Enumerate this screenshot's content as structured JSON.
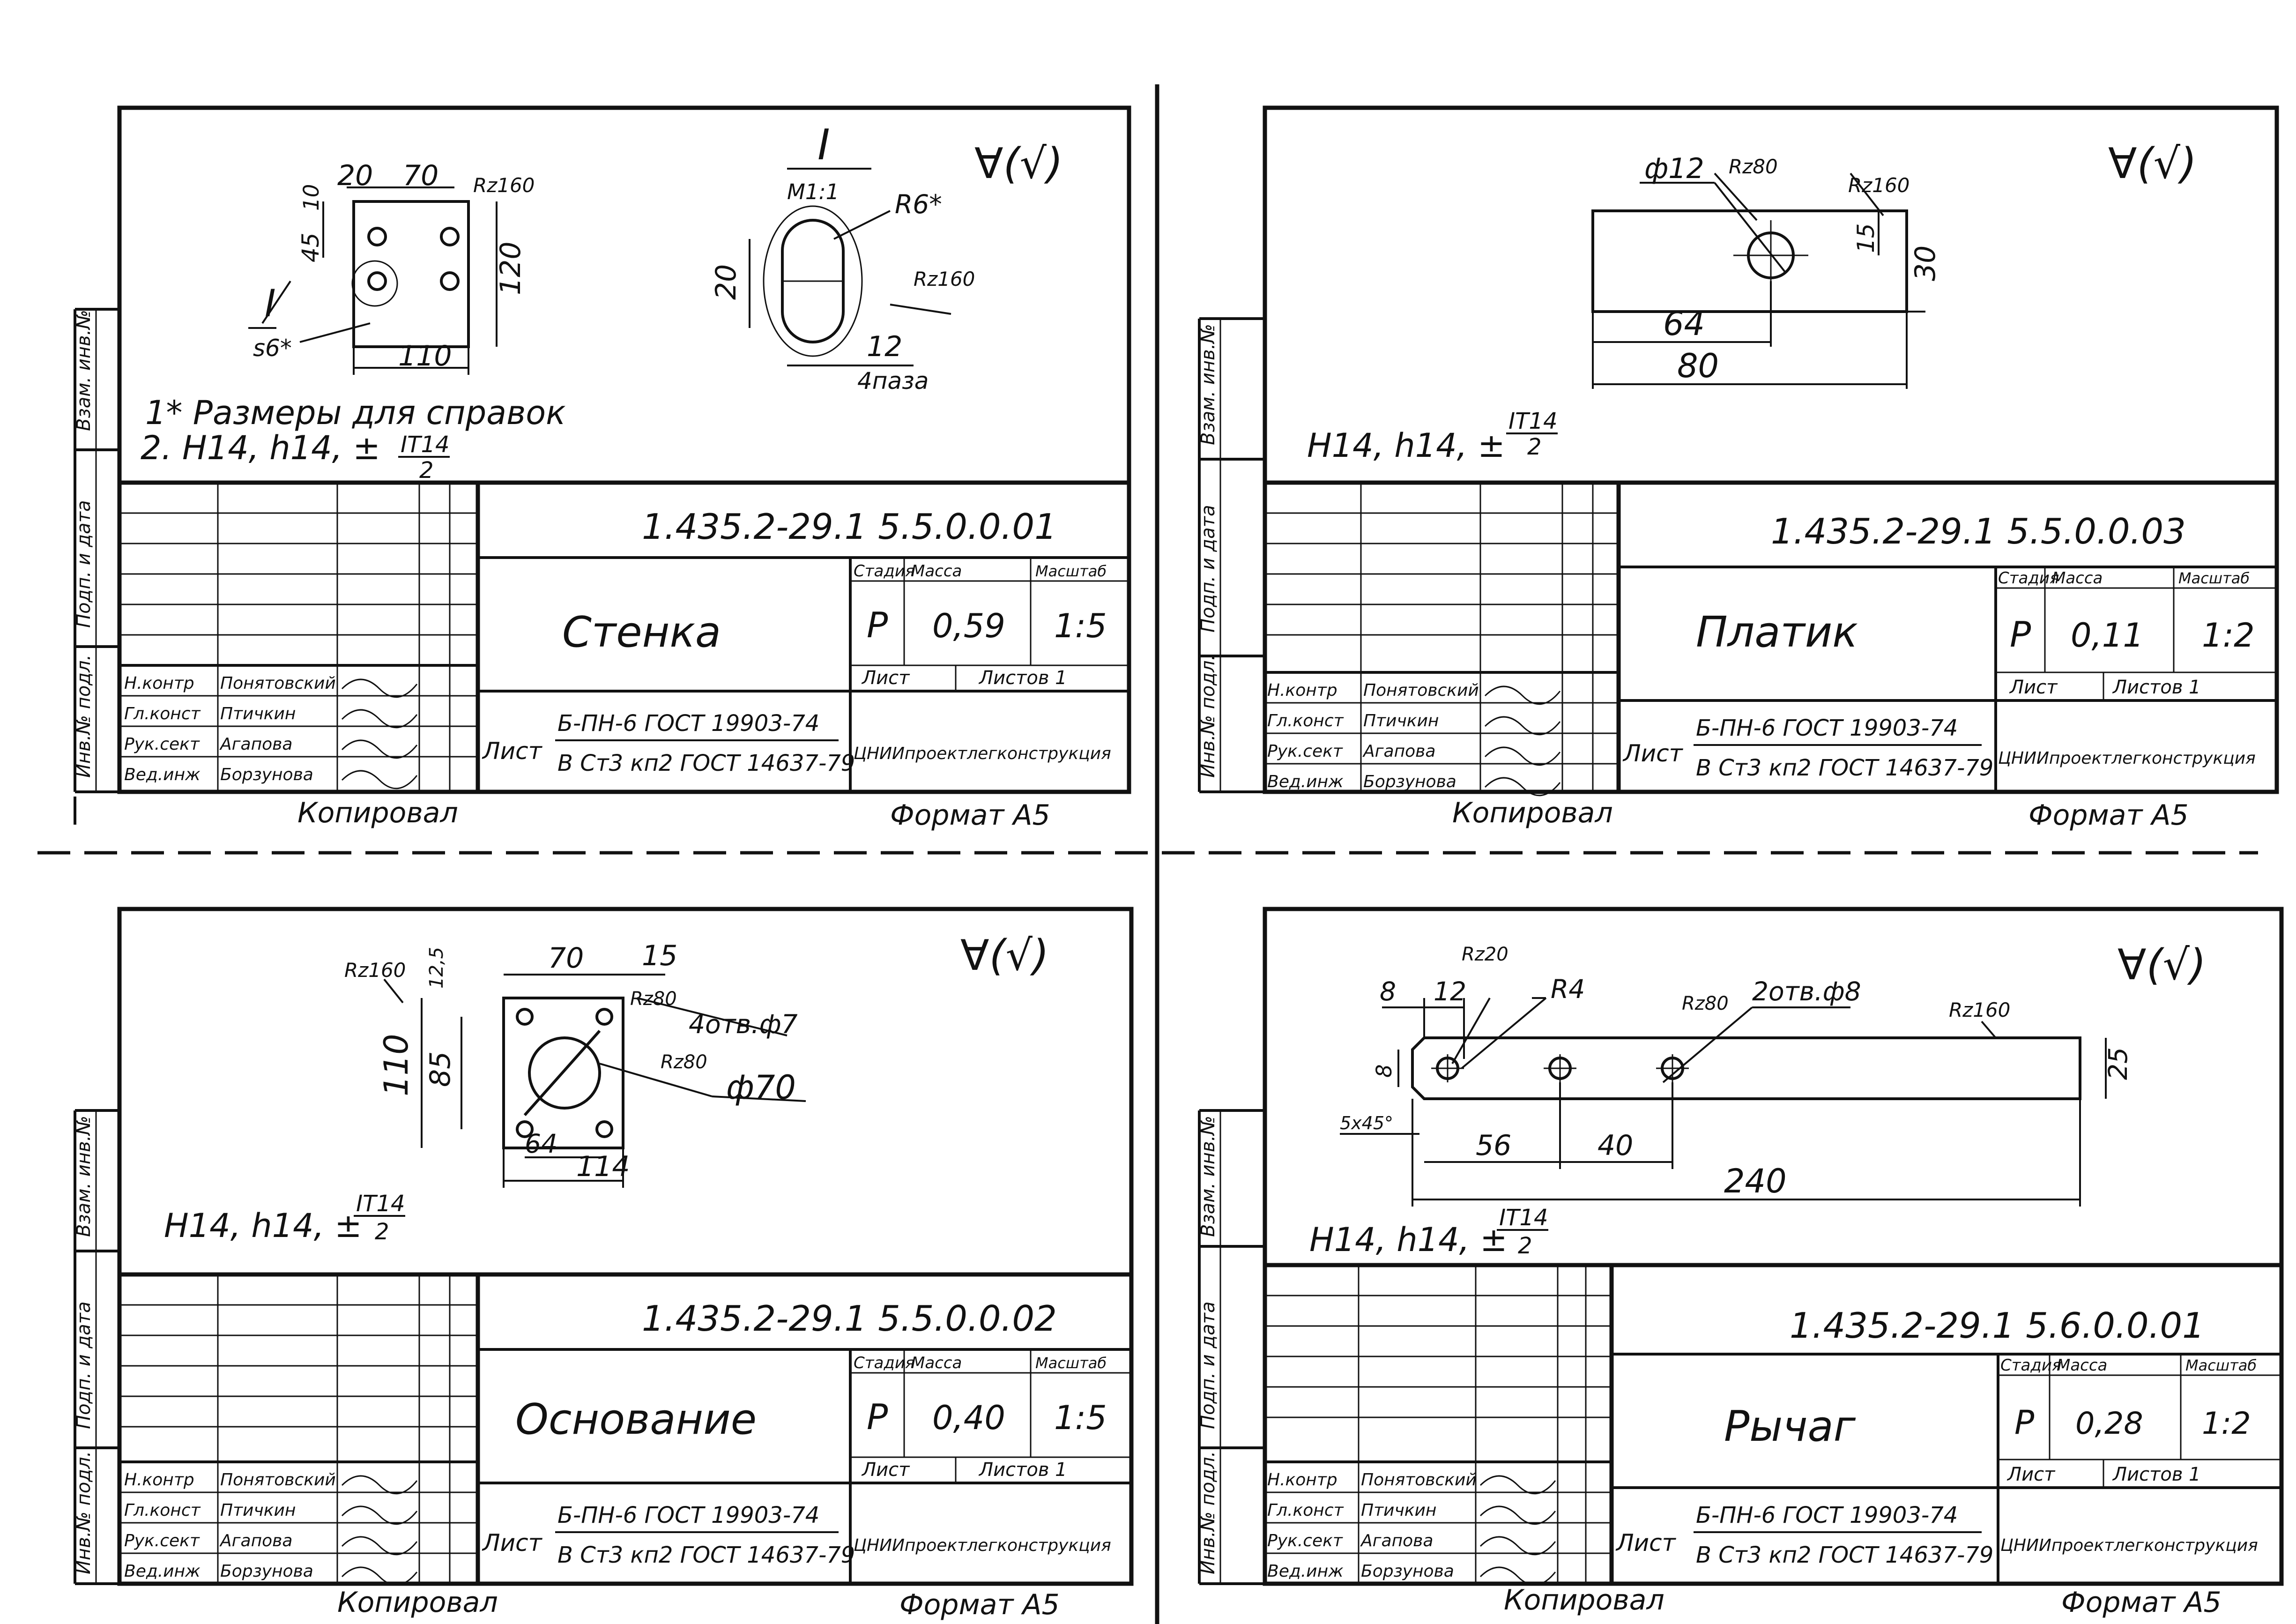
{
  "sheets": [
    {
      "designation": "1.435.2-29.1  5.5.0.0.01",
      "name": "Стенка",
      "stage_label": "Стадия",
      "mass_label": "Масса",
      "scale_label": "Масштаб",
      "stage": "Р",
      "mass": "0,59",
      "scale": "1:5",
      "sheet_label": "Лист",
      "sheets_label": "Листов 1",
      "material_label": "Лист",
      "material_top": "Б-ПН-6 ГОСТ 19903-74",
      "material_bottom": "В Ст3 кп2 ГОСТ 14637-79",
      "org": "ЦНИИпроектлегконструкция",
      "roles": [
        "Н.контр",
        "Гл.конст",
        "Рук.сект",
        "Вед.инж"
      ],
      "people": [
        "Понятовский",
        "Птичкин",
        "Агапова",
        "Борзунова"
      ],
      "copied": "Копировал",
      "format": "Формат А5",
      "roughness": "∀(√)",
      "notes": [
        "1* Размеры для справок",
        "2. Н14, h14, ±",
        "IT14",
        "2"
      ],
      "dims": {
        "d20": "20",
        "d70": "70",
        "d10": "10",
        "d45": "45",
        "d120": "120",
        "d110": "110",
        "s6": "s6*",
        "rz160a": "Rz160",
        "sec": "I",
        "sec_scale": "М1:1",
        "r6": "R6*",
        "d20b": "20",
        "rz160b": "Rz160",
        "d12": "12",
        "slots": "4паза"
      }
    },
    {
      "designation": "1.435.2-29.1  5.5.0.0.03",
      "name": "Платик",
      "stage_label": "Стадия",
      "mass_label": "Масса",
      "scale_label": "Масштаб",
      "stage": "Р",
      "mass": "0,11",
      "scale": "1:2",
      "sheet_label": "Лист",
      "sheets_label": "Листов 1",
      "material_label": "Лист",
      "material_top": "Б-ПН-6 ГОСТ 19903-74",
      "material_bottom": "В Ст3 кп2 ГОСТ 14637-79",
      "org": "ЦНИИпроектлегконструкция",
      "roles": [
        "Н.контр",
        "Гл.конст",
        "Рук.сект",
        "Вед.инж"
      ],
      "people": [
        "Понятовский",
        "Птичкин",
        "Агапова",
        "Борзунова"
      ],
      "copied": "Копировал",
      "format": "Формат А5",
      "roughness": "∀(√)",
      "tol": [
        "Н14, h14, ±",
        "IT14",
        "2"
      ],
      "dims": {
        "phi12": "ф12",
        "rz80": "Rz80",
        "rz160": "Rz160",
        "d15": "15",
        "d30": "30",
        "d64": "64",
        "d80": "80"
      }
    },
    {
      "designation": "1.435.2-29.1  5.5.0.0.02",
      "name": "Основание",
      "stage_label": "Стадия",
      "mass_label": "Масса",
      "scale_label": "Масштаб",
      "stage": "Р",
      "mass": "0,40",
      "scale": "1:5",
      "sheet_label": "Лист",
      "sheets_label": "Листов 1",
      "material_label": "Лист",
      "material_top": "Б-ПН-6 ГОСТ 19903-74",
      "material_bottom": "В Ст3 кп2 ГОСТ 14637-79",
      "org": "ЦНИИпроектлегконструкция",
      "roles": [
        "Н.контр",
        "Гл.конст",
        "Рук.сект",
        "Вед.инж"
      ],
      "people": [
        "Понятовский",
        "Птичкин",
        "Агапова",
        "Борзунова"
      ],
      "copied": "Копировал",
      "format": "Формат А5",
      "roughness": "∀(√)",
      "tol": [
        "Н14, h14, ±",
        "IT14",
        "2"
      ],
      "dims": {
        "rz160": "Rz160",
        "d125": "12,5",
        "d70": "70",
        "d15": "15",
        "rz80a": "Rz80",
        "holes": "4отв.ф7",
        "rz80b": "Rz80",
        "phi70": "ф70",
        "d110": "110",
        "d85": "85",
        "d64": "64",
        "d114": "114"
      }
    },
    {
      "designation": "1.435.2-29.1  5.6.0.0.01",
      "name": "Рычаг",
      "stage_label": "Стадия",
      "mass_label": "Масса",
      "scale_label": "Масштаб",
      "stage": "Р",
      "mass": "0,28",
      "scale": "1:2",
      "sheet_label": "Лист",
      "sheets_label": "Листов 1",
      "material_label": "Лист",
      "material_top": "Б-ПН-6 ГОСТ 19903-74",
      "material_bottom": "В Ст3 кп2 ГОСТ 14637-79",
      "org": "ЦНИИпроектлегконструкция",
      "roles": [
        "Н.контр",
        "Гл.конст",
        "Рук.сект",
        "Вед.инж"
      ],
      "people": [
        "Понятовский",
        "Птичкин",
        "Агапова",
        "Борзунова"
      ],
      "copied": "Копировал",
      "format": "Формат А5",
      "roughness": "∀(√)",
      "tol": [
        "Н14, h14, ±",
        "IT14",
        "2"
      ],
      "dims": {
        "d8": "8",
        "d12": "12",
        "rz20": "Rz20",
        "r4": "R4",
        "rz80": "Rz80",
        "holes": "2отв.ф8",
        "rz160": "Rz160",
        "d8v": "8",
        "d25": "25",
        "chamfer": "5х45°",
        "d56": "56",
        "d40": "40",
        "d240": "240"
      }
    }
  ],
  "side_labels": [
    "Инв.№ подл.",
    "Подп. и дата",
    "Взам. инв.№"
  ]
}
